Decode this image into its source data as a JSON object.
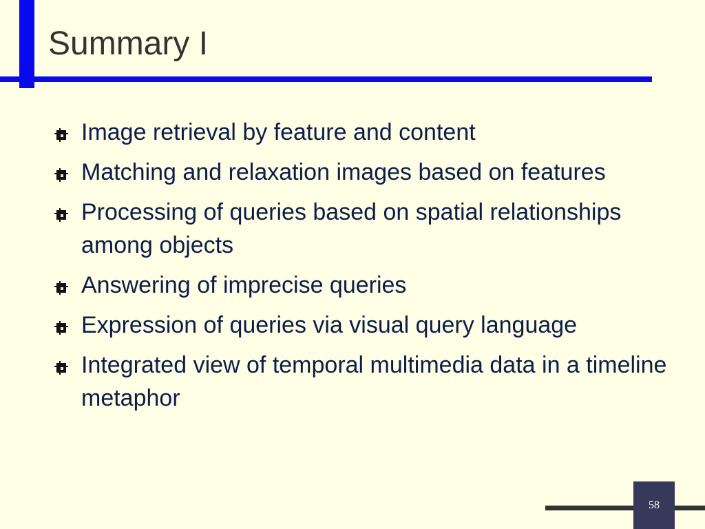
{
  "slide": {
    "title": "Summary I",
    "page_number": "58",
    "bullet_icon": "hash-square-bullet-icon",
    "colors": {
      "background": "#FFFFE5",
      "accent_blue": "#0A0AF0",
      "text": "#0C1D4A",
      "title_text": "#333333",
      "page_box": "#36395A"
    },
    "bullets": [
      {
        "text": "Image retrieval by feature and content"
      },
      {
        "text": "Matching and relaxation images based on features"
      },
      {
        "text": "Processing of queries based on spatial relationships among objects"
      },
      {
        "text": "Answering of imprecise queries"
      },
      {
        "text": "Expression of queries via visual query language"
      },
      {
        "text": "Integrated view of temporal multimedia data in a timeline metaphor"
      }
    ]
  }
}
